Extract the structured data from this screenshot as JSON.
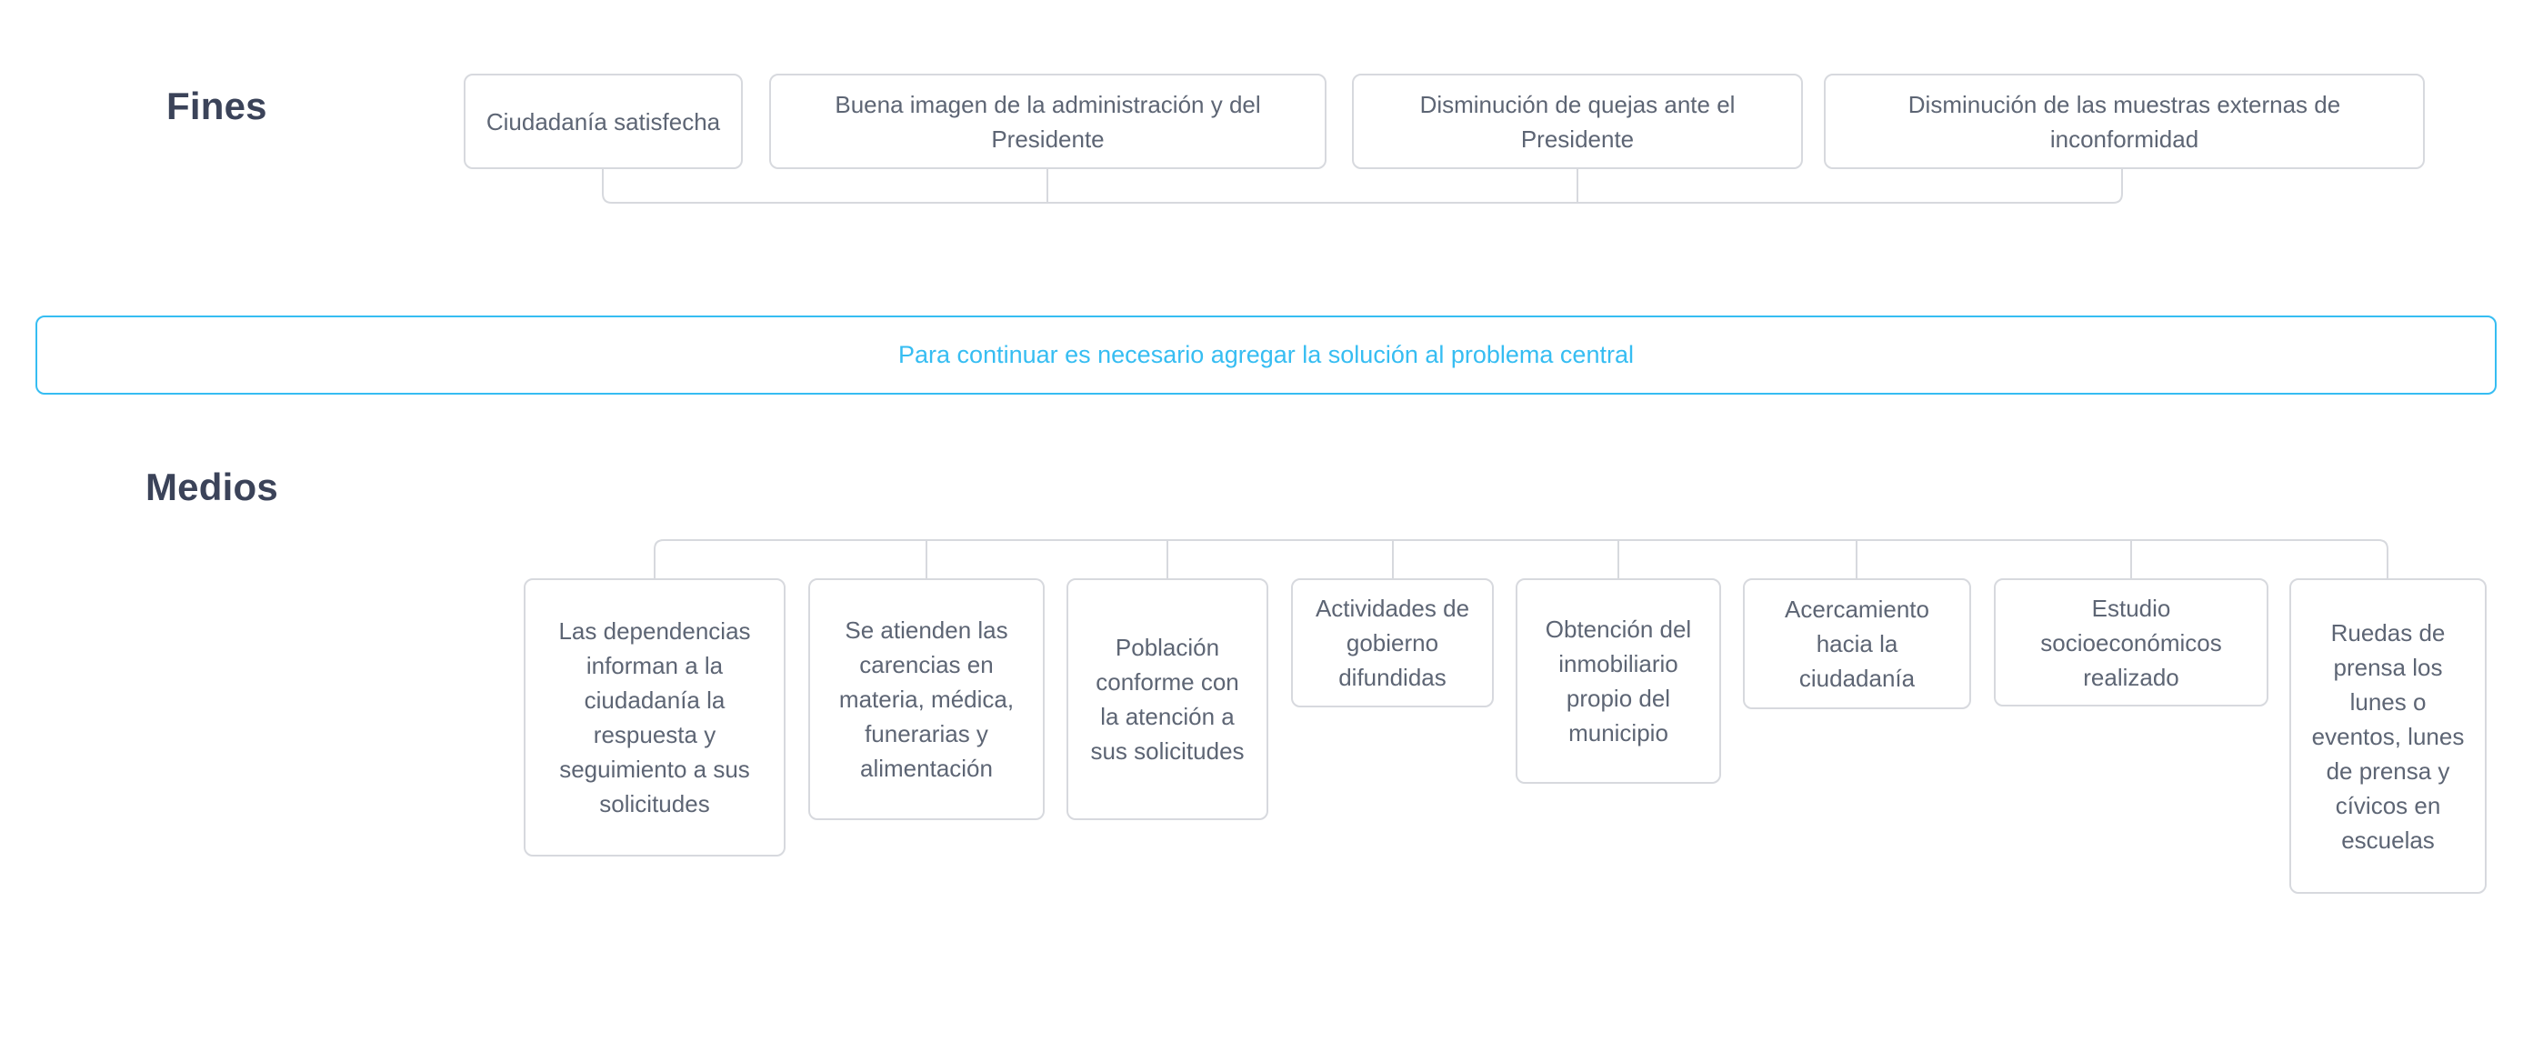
{
  "fines": {
    "heading": "Fines",
    "nodes": [
      {
        "text": "Ciudadanía satisfecha"
      },
      {
        "text": "Buena imagen de la administración y del Presidente"
      },
      {
        "text": "Disminución de quejas ante el Presidente"
      },
      {
        "text": "Disminución de las muestras externas de inconformidad"
      }
    ]
  },
  "alert": {
    "message": "Para continuar es necesario agregar la solución al problema central"
  },
  "medios": {
    "heading": "Medios",
    "nodes": [
      {
        "text": "Las dependencias informan a la ciudadanía la respuesta y seguimiento a sus solicitudes"
      },
      {
        "text": "Se atienden las carencias en materia, médica, funerarias y alimentación"
      },
      {
        "text": "Población conforme con la atención a sus solicitudes"
      },
      {
        "text": "Actividades de gobierno difundidas"
      },
      {
        "text": "Obtención del inmobiliario propio del municipio"
      },
      {
        "text": "Acercamiento hacia la ciudadanía"
      },
      {
        "text": "Estudio socioeconómicos realizado"
      },
      {
        "text": "Ruedas de prensa los lunes o eventos, lunes de prensa y cívicos en escuelas"
      }
    ]
  },
  "colors": {
    "accent": "#36bdf2",
    "node_border": "#d7d9de",
    "node_text": "#5d6574",
    "heading_text": "#3b4359",
    "connector": "#d7d9de",
    "background": "#ffffff"
  }
}
